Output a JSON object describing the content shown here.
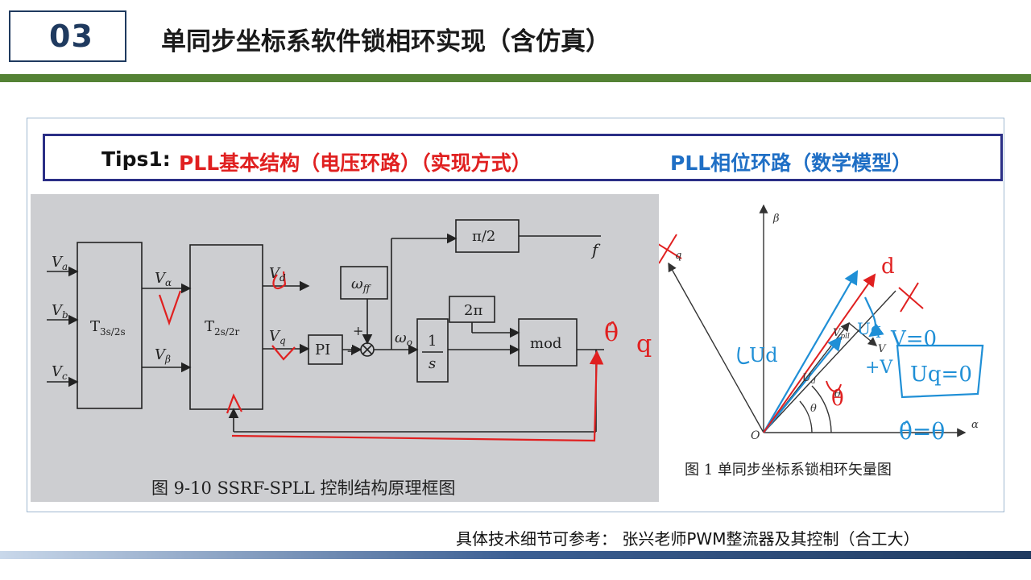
{
  "header": {
    "badge_number": "03",
    "title": "单同步坐标系软件锁相环实现（含仿真）"
  },
  "tips": {
    "label": "Tips1:",
    "red_text": "PLL基本结构（电压环路）（实现方式）",
    "blue_text": "PLL相位环路（数学模型）"
  },
  "block_diagram": {
    "caption": "图 9-10    SSRF-SPLL 控制结构原理框图",
    "inputs": [
      "V",
      "V",
      "V"
    ],
    "input_subs": [
      "a",
      "b",
      "c"
    ],
    "blocks": {
      "clarke": "T",
      "clarke_sub": "3s/2s",
      "park": "T",
      "park_sub": "2s/2r",
      "pi": "PI",
      "omega_ff": "ω",
      "omega_ff_sub": "ff",
      "two_pi": "2π",
      "integrator_num": "1",
      "integrator_den": "s",
      "mod": "mod",
      "half_pi": "π/2"
    },
    "signals": {
      "v_alpha": "V",
      "v_alpha_sub": "α",
      "v_beta": "V",
      "v_beta_sub": "β",
      "v_d": "V",
      "v_d_sub": "d",
      "v_q": "V",
      "v_q_sub": "q",
      "omega_o": "ω",
      "omega_o_sub": "o",
      "f": "f",
      "plus1": "+",
      "plus2": "+"
    },
    "handwritten": {
      "theta_hat": "θ̂",
      "q": "q"
    }
  },
  "vector_diagram": {
    "caption": "图 1    单同步坐标系锁相环矢量图",
    "axes": {
      "alpha": "α",
      "beta": "β",
      "origin": "O"
    },
    "labels": {
      "q": "q",
      "v_pll": "V",
      "v_pll_sub": "pll",
      "v": "V",
      "u": "U",
      "u_sub": "d",
      "theta": "θ",
      "theta_hat": "θ̂"
    },
    "handwritten": {
      "d": "d",
      "ud": "Ud",
      "uq": "Uq",
      "v_eq_0": "V=0",
      "uq_eq_0": "Uq=0",
      "theta_eq": "θ̂=θ",
      "theta_hat": "θ̂",
      "plus_v": "+V"
    }
  },
  "footnote": "具体技术细节可参考：  张兴老师PWM整流器及其控制（合工大）"
}
